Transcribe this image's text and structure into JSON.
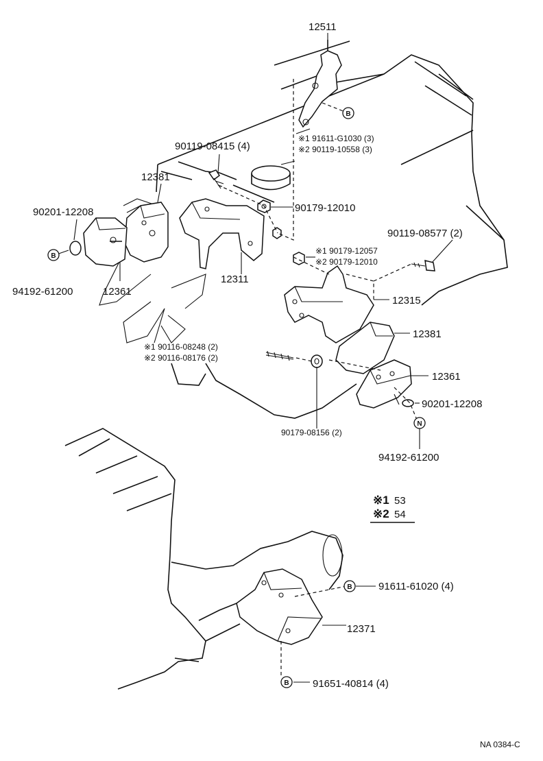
{
  "labels": {
    "p12511": "12511",
    "p91611_g1030": "※1 91611-G1030 (3)",
    "p90119_10558": "※2 90119-10558 (3)",
    "p90119_08415": "90119-08415 (4)",
    "p12381_top": "12381",
    "p90201_12208_left": "90201-12208",
    "p90179_12010": "90179-12010",
    "p94192_61200_left": "94192-61200",
    "p12361_left": "12361",
    "p12311": "12311",
    "p90119_08577": "90119-08577 (2)",
    "p90179_12057": "※1 90179-12057",
    "p90179_12010_b": "※2 90179-12010",
    "p12315": "12315",
    "p12381_right": "12381",
    "p90116_08248": "※1 90116-08248 (2)",
    "p90116_08176": "※2 90116-08176 (2)",
    "p12361_right": "12361",
    "p90201_12208_right": "90201-12208",
    "p90179_08156": "90179-08156 (2)",
    "p94192_61200_right": "94192-61200",
    "p91611_61020": "91611-61020 (4)",
    "p12371": "12371",
    "p91651_40814": "91651-40814 (4)",
    "figure_code": "NA 0384-C"
  },
  "legend": {
    "row1_mark": "※1",
    "row1_value": "53",
    "row2_mark": "※2",
    "row2_value": "54"
  },
  "markers": {
    "b": "B",
    "n": "N"
  }
}
